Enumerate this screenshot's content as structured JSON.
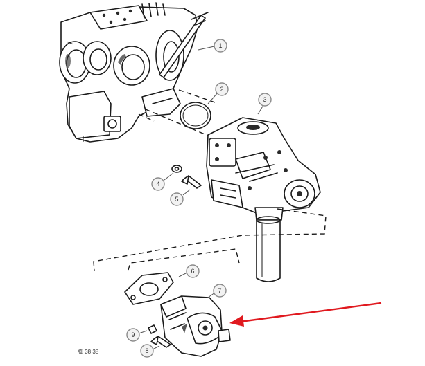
{
  "callouts": [
    {
      "id": "1",
      "label": "1"
    },
    {
      "id": "2",
      "label": "2"
    },
    {
      "id": "3",
      "label": "3"
    },
    {
      "id": "4",
      "label": "4"
    },
    {
      "id": "5",
      "label": "5"
    },
    {
      "id": "6",
      "label": "6"
    },
    {
      "id": "7",
      "label": "7"
    },
    {
      "id": "8",
      "label": "8"
    },
    {
      "id": "9",
      "label": "9"
    }
  ],
  "reference_code": "脚 38 38",
  "colors": {
    "line": "#1a1a1a",
    "callout_fill": "#f2f2f2",
    "callout_stroke": "#8a8a8a",
    "arrow": "#e0191f"
  }
}
